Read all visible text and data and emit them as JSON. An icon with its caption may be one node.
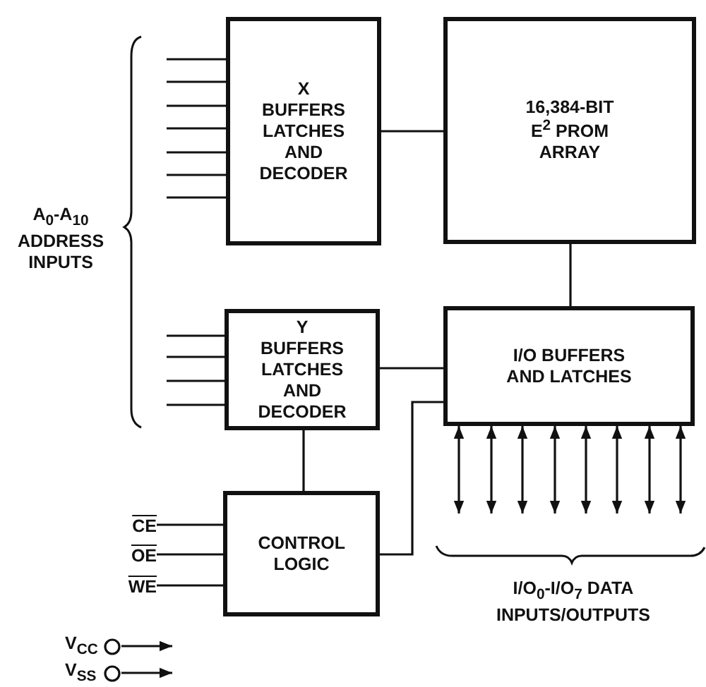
{
  "diagram": {
    "nodes": [
      {
        "text": [
          "X BUFFERS LATCHES AND DECODER"
        ]
      },
      {
        "text": [
          "16,384-BIT E$^{2}$ PROM ARRAY"
        ]
      },
      {
        "text": [
          "Y BUFFERS LATCHES AND DECODER"
        ]
      },
      {
        "text": [
          "I/O BUFFERS AND LATCHES"
        ]
      },
      {
        "text": [
          "CONTROL LOGIC"
        ]
      },
      {
        "text": [
          "CE"
        ]
      },
      {
        "text": [
          "OE"
        ]
      },
      {
        "text": [
          "WE"
        ]
      },
      {
        "text": [
          "V$_{CC}$"
        ]
      },
      {
        "text": [
          "V$_{SS}$"
        ]
      }
    ],
    "edges": [
      {
        "from": 0,
        "to": 1,
        "arrow": "none"
      },
      {
        "from": 1,
        "to": 3,
        "arrow": "none"
      },
      {
        "from": 2,
        "to": 3,
        "arrow": "none"
      },
      {
        "from": 2,
        "to": 4,
        "arrow": "none"
      },
      {
        "from": 4,
        "to": 3,
        "arrow": "none"
      },
      {
        "from": null,
        "to": 0,
        "arrow": "none"
      },
      {
        "from": null,
        "to": 0,
        "arrow": "none"
      },
      {
        "from": null,
        "to": 0,
        "arrow": "none"
      },
      {
        "from": null,
        "to": 0,
        "arrow": "none"
      },
      {
        "from": null,
        "to": 0,
        "arrow": "none"
      },
      {
        "from": null,
        "to": 0,
        "arrow": "none"
      },
      {
        "from": null,
        "to": 0,
        "arrow": "none"
      },
      {
        "from": null,
        "to": 2,
        "arrow": "none"
      },
      {
        "from": null,
        "to": 2,
        "arrow": "none"
      },
      {
        "from": null,
        "to": 2,
        "arrow": "none"
      },
      {
        "from": null,
        "to": 2,
        "arrow": "none"
      },
      {
        "from": 5,
        "to": 4,
        "arrow": "none"
      },
      {
        "from": 6,
        "to": 4,
        "arrow": "none"
      },
      {
        "from": 7,
        "to": 4,
        "arrow": "none"
      },
      {
        "from": 3,
        "to": null,
        "arrow": "both"
      },
      {
        "from": 3,
        "to": null,
        "arrow": "both"
      },
      {
        "from": 3,
        "to": null,
        "arrow": "both"
      },
      {
        "from": 3,
        "to": null,
        "arrow": "both"
      },
      {
        "from": 3,
        "to": null,
        "arrow": "both"
      },
      {
        "from": 3,
        "to": null,
        "arrow": "both"
      },
      {
        "from": 3,
        "to": null,
        "arrow": "both"
      },
      {
        "from": 3,
        "to": null,
        "arrow": "both"
      },
      {
        "from": 8,
        "to": null,
        "arrow": "to"
      },
      {
        "from": 9,
        "to": null,
        "arrow": "to"
      }
    ],
    "labels": [
      "A$_{0}$-A$_{10}$ ADDRESS INPUTS",
      "I/O$_{0}$-I/O$_{7}$ DATA INPUTS/OUTPUTS"
    ]
  }
}
